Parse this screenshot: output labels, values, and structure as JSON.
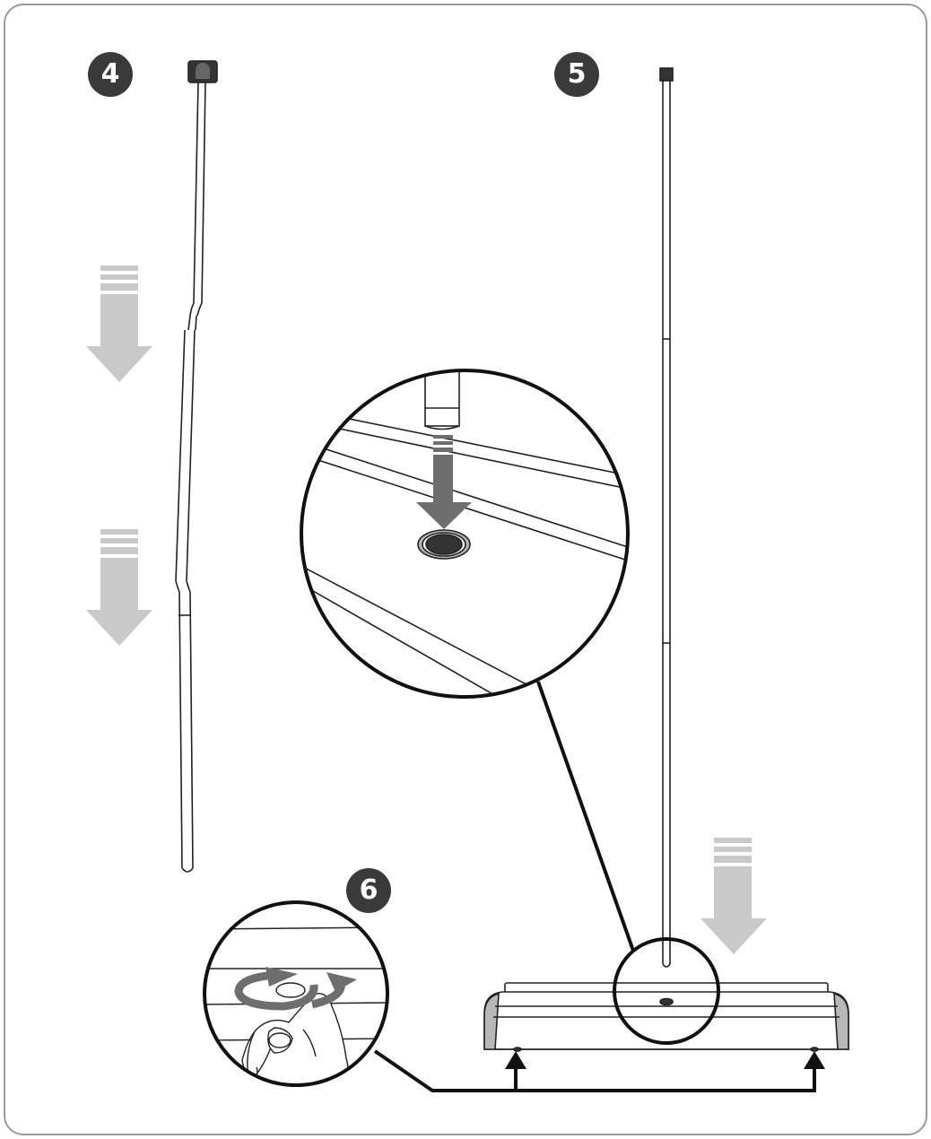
{
  "steps": [
    {
      "number": "4",
      "label": "step-4"
    },
    {
      "number": "5",
      "label": "step-5"
    },
    {
      "number": "6",
      "label": "step-6"
    }
  ],
  "colors": {
    "badge": "#3a3a3a",
    "arrow_light": "#c9c9c9",
    "arrow_dark": "#6e6e6e",
    "line": "#111111",
    "frame": "#9a9a9a"
  },
  "icons": [
    "down-arrow-icon",
    "rotate-arrow-icon",
    "up-arrow-icon"
  ]
}
